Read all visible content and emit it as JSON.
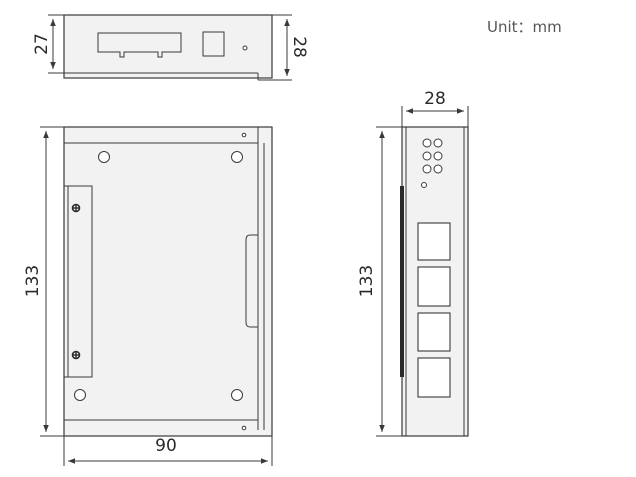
{
  "unit_label": "Unit：mm",
  "top_view": {
    "height_left": "27",
    "height_right": "28"
  },
  "front_view": {
    "height": "133",
    "width": "90"
  },
  "side_view": {
    "width": "28",
    "height": "133"
  },
  "colors": {
    "line": "#3a3a3a",
    "fill": "#f2f2f2",
    "text": "#2a2a2a"
  }
}
